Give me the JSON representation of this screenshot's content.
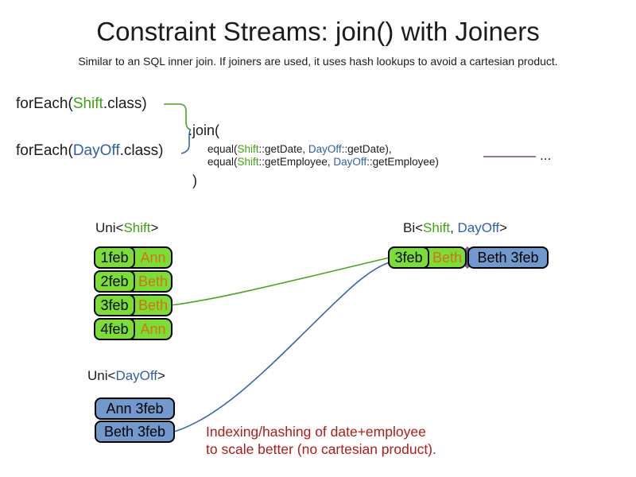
{
  "title": "Constraint Streams: join() with Joiners",
  "subtitle": "Similar to an SQL inner join. If joiners are used, it uses hash lookups to avoid a cartesian product.",
  "code": {
    "foreach_shift": {
      "pre": "forEach(",
      "type": "Shift",
      "post": ".class)"
    },
    "foreach_dayoff": {
      "pre": "forEach(",
      "type": "DayOff",
      "post": ".class)"
    },
    "join_open": ".join(",
    "equal_date": {
      "pre": "equal(",
      "type1": "Shift",
      "mid": "::getDate, ",
      "type2": "DayOff",
      "post": "::getDate),"
    },
    "equal_employee": {
      "pre": "equal(",
      "type1": "Shift",
      "mid": "::getEmployee, ",
      "type2": "DayOff",
      "post": "::getEmployee)"
    },
    "join_close": ")",
    "ellipsis": "..."
  },
  "labels": {
    "uni_shift": {
      "pre": "Uni<",
      "type": "Shift",
      "post": ">"
    },
    "bi": {
      "pre": "Bi<",
      "type1": "Shift",
      "sep": ", ",
      "type2": "DayOff",
      "post": ">"
    },
    "uni_dayoff": {
      "pre": "Uni<",
      "type": "DayOff",
      "post": ">"
    }
  },
  "shift_table": {
    "rows": [
      {
        "date": "1feb",
        "employee": "Ann"
      },
      {
        "date": "2feb",
        "employee": "Beth"
      },
      {
        "date": "3feb",
        "employee": "Beth"
      },
      {
        "date": "4feb",
        "employee": "Ann"
      }
    ]
  },
  "dayoff_table": {
    "rows": [
      {
        "text": "Ann 3feb"
      },
      {
        "text": "Beth 3feb"
      }
    ]
  },
  "bi_table": {
    "date": "3feb",
    "employee": "Beth",
    "dayoff": "Beth 3feb"
  },
  "note": {
    "line1": "Indexing/hashing of date+employee",
    "line2": "to scale better (no cartesian product)."
  },
  "colors": {
    "type_green": "#3fa110",
    "type_blue": "#2f5fa8",
    "row_green_fill": "#7ade37",
    "row_blue_fill": "#7199cd",
    "employee_orange": "#d4711a",
    "note_red": "#b11a1a",
    "joiner_purple": "#7d5f91",
    "connector_green": "#4aa41e",
    "connector_blue": "#3565af",
    "connector_purple": "#6b4d7e",
    "text_black": "#1c1c1c"
  }
}
